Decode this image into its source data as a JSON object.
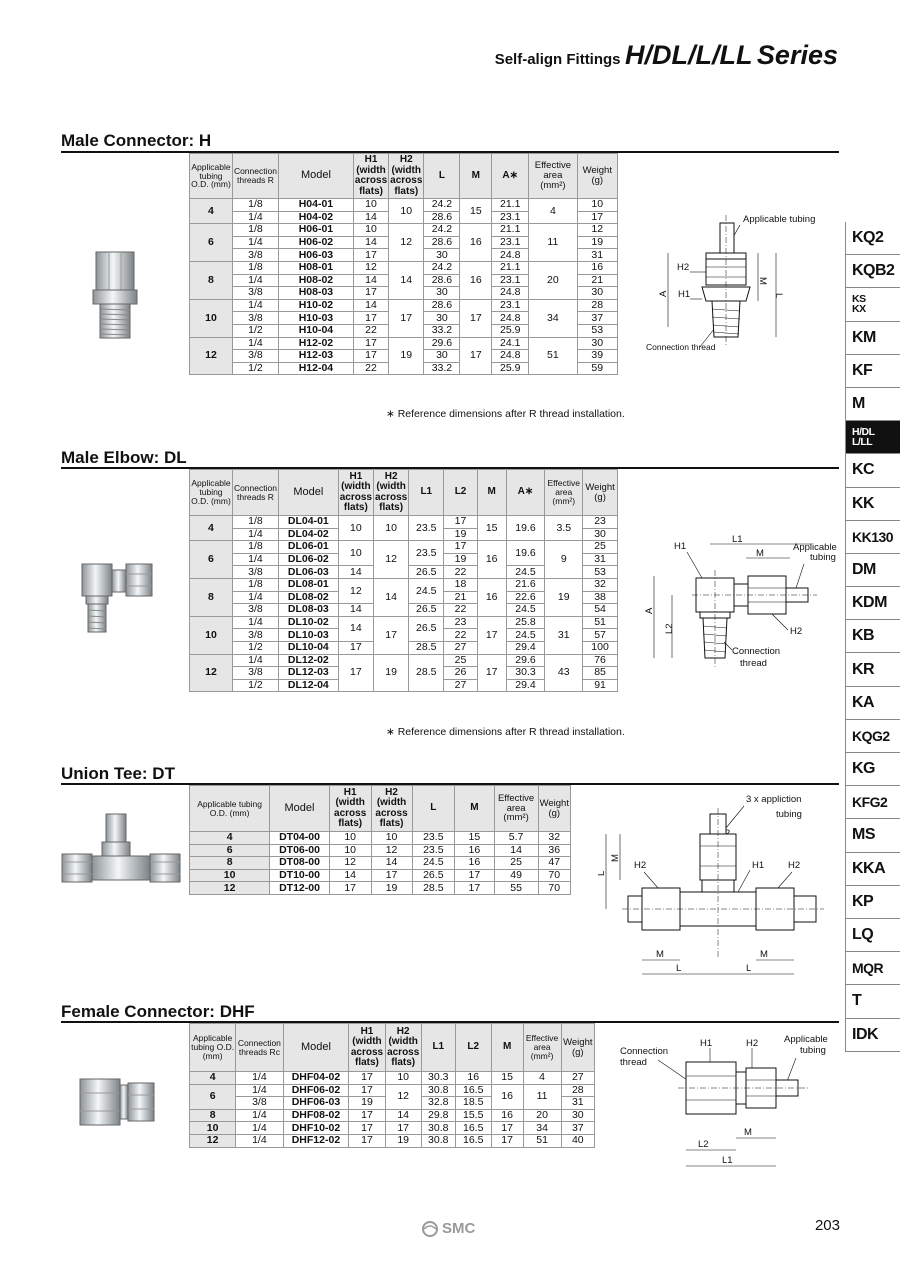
{
  "header": {
    "small": "Self-align Fittings",
    "big": "H/DL/L/LL",
    "series": "Series"
  },
  "page_number": "203",
  "logo": "SMC",
  "side_tabs": [
    "KQ2",
    "KQB2",
    "KS",
    "KX",
    "KM",
    "KF",
    "M",
    "H/DL",
    "L/LL",
    "KC",
    "KK",
    "KK130",
    "DM",
    "KDM",
    "KB",
    "KR",
    "KA",
    "KQG2",
    "KG",
    "KFG2",
    "MS",
    "KKA",
    "KP",
    "LQ",
    "MQR",
    "T",
    "IDK"
  ],
  "sections": {
    "h": {
      "title": "Male Connector: H",
      "note": "∗ Reference dimensions after R thread installation.",
      "headers": [
        "Applicable tubing O.D. (mm)",
        "Connection threads R",
        "Model",
        "H1 (width across flats)",
        "H2 (width across flats)",
        "L",
        "M",
        "A∗",
        "Effective area (mm²)",
        "Weight (g)"
      ],
      "groups": [
        {
          "od": "4",
          "h2": "10",
          "m": "15",
          "area": "4",
          "rows": [
            {
              "r": "1/8",
              "model": "H04-01",
              "h1": "10",
              "l": "24.2",
              "a": "21.1",
              "w": "10"
            },
            {
              "r": "1/4",
              "model": "H04-02",
              "h1": "14",
              "l": "28.6",
              "a": "23.1",
              "w": "17"
            }
          ]
        },
        {
          "od": "6",
          "h2": "12",
          "m": "16",
          "area": "11",
          "rows": [
            {
              "r": "1/8",
              "model": "H06-01",
              "h1": "10",
              "l": "24.2",
              "a": "21.1",
              "w": "12"
            },
            {
              "r": "1/4",
              "model": "H06-02",
              "h1": "14",
              "l": "28.6",
              "a": "23.1",
              "w": "19"
            },
            {
              "r": "3/8",
              "model": "H06-03",
              "h1": "17",
              "l": "30",
              "a": "24.8",
              "w": "31"
            }
          ]
        },
        {
          "od": "8",
          "h2": "14",
          "m": "16",
          "area": "20",
          "rows": [
            {
              "r": "1/8",
              "model": "H08-01",
              "h1": "12",
              "l": "24.2",
              "a": "21.1",
              "w": "16"
            },
            {
              "r": "1/4",
              "model": "H08-02",
              "h1": "14",
              "l": "28.6",
              "a": "23.1",
              "w": "21"
            },
            {
              "r": "3/8",
              "model": "H08-03",
              "h1": "17",
              "l": "30",
              "a": "24.8",
              "w": "30"
            }
          ]
        },
        {
          "od": "10",
          "h2": "17",
          "m": "17",
          "area": "34",
          "rows": [
            {
              "r": "1/4",
              "model": "H10-02",
              "h1": "14",
              "l": "28.6",
              "a": "23.1",
              "w": "28"
            },
            {
              "r": "3/8",
              "model": "H10-03",
              "h1": "17",
              "l": "30",
              "a": "24.8",
              "w": "37"
            },
            {
              "r": "1/2",
              "model": "H10-04",
              "h1": "22",
              "l": "33.2",
              "a": "25.9",
              "w": "53"
            }
          ]
        },
        {
          "od": "12",
          "h2": "19",
          "m": "17",
          "area": "51",
          "rows": [
            {
              "r": "1/4",
              "model": "H12-02",
              "h1": "17",
              "l": "29.6",
              "a": "24.1",
              "w": "30"
            },
            {
              "r": "3/8",
              "model": "H12-03",
              "h1": "17",
              "l": "30",
              "a": "24.8",
              "w": "39"
            },
            {
              "r": "1/2",
              "model": "H12-04",
              "h1": "22",
              "l": "33.2",
              "a": "25.9",
              "w": "59"
            }
          ]
        }
      ],
      "diagram": {
        "applicable_tubing": "Applicable tubing",
        "h2": "H2",
        "h1": "H1",
        "a": "A",
        "l": "L",
        "m": "M",
        "connection_thread": "Connection thread"
      }
    },
    "dl": {
      "title": "Male Elbow: DL",
      "note": "∗ Reference dimensions after R thread installation.",
      "headers": [
        "Applicable tubing O.D. (mm)",
        "Connection threads R",
        "Model",
        "H1 (width across flats)",
        "H2 (width across flats)",
        "L1",
        "L2",
        "M",
        "A∗",
        "Effective area (mm²)",
        "Weight (g)"
      ],
      "groups": [
        {
          "od": "4",
          "rows": [
            {
              "r": "1/8",
              "model": "DL04-01",
              "h1": "10",
              "h2": "10",
              "l1": "23.5",
              "l2": "17",
              "m": "15",
              "a": "19.6",
              "area": "3.5",
              "w": "23"
            },
            {
              "r": "1/4",
              "model": "DL04-02",
              "l2": "19",
              "w": "30"
            }
          ]
        },
        {
          "od": "6",
          "rows": [
            {
              "r": "1/8",
              "model": "DL06-01",
              "h1": "10",
              "h2": "12",
              "l1": "23.5",
              "l2": "17",
              "m": "16",
              "a": "19.6",
              "area": "9",
              "w": "25"
            },
            {
              "r": "1/4",
              "model": "DL06-02",
              "l2": "19",
              "w": "31"
            },
            {
              "r": "3/8",
              "model": "DL06-03",
              "h1": "14",
              "l1": "26.5",
              "l2": "22",
              "a": "24.5",
              "w": "53"
            }
          ]
        },
        {
          "od": "8",
          "rows": [
            {
              "r": "1/8",
              "model": "DL08-01",
              "h1": "12",
              "h2": "14",
              "l1": "24.5",
              "l2": "18",
              "m": "16",
              "a": "21.6",
              "area": "19",
              "w": "32"
            },
            {
              "r": "1/4",
              "model": "DL08-02",
              "l2": "21",
              "a": "22.6",
              "w": "38"
            },
            {
              "r": "3/8",
              "model": "DL08-03",
              "h1": "14",
              "l1": "26.5",
              "l2": "22",
              "a": "24.5",
              "w": "54"
            }
          ]
        },
        {
          "od": "10",
          "rows": [
            {
              "r": "1/4",
              "model": "DL10-02",
              "h1": "14",
              "h2": "17",
              "l1": "26.5",
              "l2": "23",
              "m": "17",
              "a": "25.8",
              "area": "31",
              "w": "51"
            },
            {
              "r": "3/8",
              "model": "DL10-03",
              "l2": "22",
              "a": "24.5",
              "w": "57"
            },
            {
              "r": "1/2",
              "model": "DL10-04",
              "h1": "17",
              "l1": "28.5",
              "l2": "27",
              "a": "29.4",
              "w": "100"
            }
          ]
        },
        {
          "od": "12",
          "rows": [
            {
              "r": "1/4",
              "model": "DL12-02",
              "h1": "17",
              "h2": "19",
              "l1": "28.5",
              "l2": "25",
              "m": "17",
              "a": "29.6",
              "area": "43",
              "w": "76"
            },
            {
              "r": "3/8",
              "model": "DL12-03",
              "l2": "26",
              "a": "30.3",
              "w": "85"
            },
            {
              "r": "1/2",
              "model": "DL12-04",
              "l2": "27",
              "a": "29.4",
              "w": "91"
            }
          ]
        }
      ],
      "diagram": {
        "h1": "H1",
        "l1": "L1",
        "m": "M",
        "applicable": "Applicable",
        "tubing": "tubing",
        "a": "A",
        "l2": "L2",
        "h2": "H2",
        "connection": "Connection",
        "thread": "thread"
      }
    },
    "dt": {
      "title": "Union Tee: DT",
      "headers": [
        "Applicable tubing O.D. (mm)",
        "Model",
        "H1 (width across flats)",
        "H2 (width across flats)",
        "L",
        "M",
        "Effective area (mm²)",
        "Weight (g)"
      ],
      "rows": [
        {
          "od": "4",
          "model": "DT04-00",
          "h1": "10",
          "h2": "10",
          "l": "23.5",
          "m": "15",
          "area": "5.7",
          "w": "32"
        },
        {
          "od": "6",
          "model": "DT06-00",
          "h1": "10",
          "h2": "12",
          "l": "23.5",
          "m": "16",
          "area": "14",
          "w": "36"
        },
        {
          "od": "8",
          "model": "DT08-00",
          "h1": "12",
          "h2": "14",
          "l": "24.5",
          "m": "16",
          "area": "25",
          "w": "47"
        },
        {
          "od": "10",
          "model": "DT10-00",
          "h1": "14",
          "h2": "17",
          "l": "26.5",
          "m": "17",
          "area": "49",
          "w": "70"
        },
        {
          "od": "12",
          "model": "DT12-00",
          "h1": "17",
          "h2": "19",
          "l": "28.5",
          "m": "17",
          "area": "55",
          "w": "70"
        }
      ],
      "diagram": {
        "applic1": "3 x appliction",
        "applic2": "tubing",
        "h2": "H2",
        "h1": "H1",
        "m": "M",
        "l": "L"
      }
    },
    "dhf": {
      "title": "Female Connector: DHF",
      "headers": [
        "Applicable tubing O.D. (mm)",
        "Connection threads Rc",
        "Model",
        "H1 (width across flats)",
        "H2 (width across flats)",
        "L1",
        "L2",
        "M",
        "Effective area (mm²)",
        "Weight (g)"
      ],
      "groups": [
        {
          "od": "4",
          "rows": [
            {
              "rc": "1/4",
              "model": "DHF04-02",
              "h1": "17",
              "h2": "10",
              "l1": "30.3",
              "l2": "16",
              "m": "15",
              "area": "4",
              "w": "27"
            }
          ]
        },
        {
          "od": "6",
          "rows": [
            {
              "rc": "1/4",
              "model": "DHF06-02",
              "h1": "17",
              "h2": "12",
              "l1": "30.8",
              "l2": "16.5",
              "m": "16",
              "area": "11",
              "w": "28"
            },
            {
              "rc": "3/8",
              "model": "DHF06-03",
              "h1": "19",
              "l1": "32.8",
              "l2": "18.5",
              "w": "31"
            }
          ]
        },
        {
          "od": "8",
          "rows": [
            {
              "rc": "1/4",
              "model": "DHF08-02",
              "h1": "17",
              "h2": "14",
              "l1": "29.8",
              "l2": "15.5",
              "m": "16",
              "area": "20",
              "w": "30"
            }
          ]
        },
        {
          "od": "10",
          "rows": [
            {
              "rc": "1/4",
              "model": "DHF10-02",
              "h1": "17",
              "h2": "17",
              "l1": "30.8",
              "l2": "16.5",
              "m": "17",
              "area": "34",
              "w": "37"
            }
          ]
        },
        {
          "od": "12",
          "rows": [
            {
              "rc": "1/4",
              "model": "DHF12-02",
              "h1": "17",
              "h2": "19",
              "l1": "30.8",
              "l2": "16.5",
              "m": "17",
              "area": "51",
              "w": "40"
            }
          ]
        }
      ],
      "diagram": {
        "connection": "Connection",
        "thread": "thread",
        "h1": "H1",
        "h2": "H2",
        "applicable": "Applicable",
        "tubing": "tubing",
        "m": "M",
        "l2": "L2",
        "l1": "L1"
      }
    }
  }
}
